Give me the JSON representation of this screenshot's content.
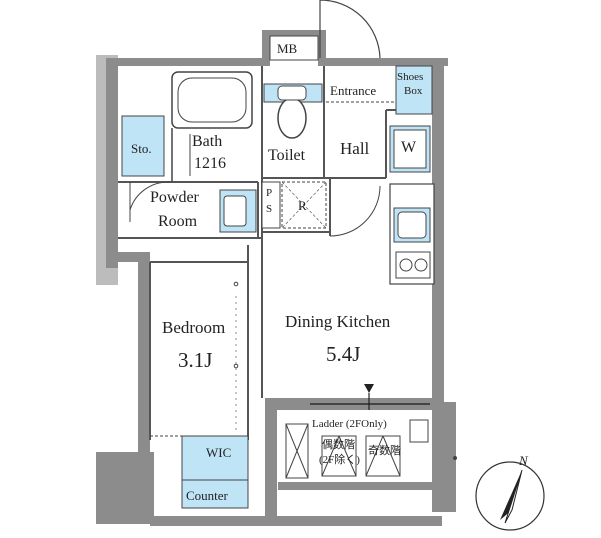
{
  "rooms": {
    "mb": "MB",
    "entrance": "Entrance",
    "shoes_box_line1": "Shoes",
    "shoes_box_line2": "Box",
    "sto": "Sto.",
    "bath": "Bath",
    "bath_size": "1216",
    "toilet": "Toilet",
    "hall": "Hall",
    "washer": "W",
    "ps_p": "P",
    "ps_s": "S",
    "refrigerator": "R",
    "powder_room_line1": "Powder",
    "powder_room_line2": "Room",
    "bedroom": "Bedroom",
    "bedroom_size": "3.1J",
    "dining_kitchen": "Dining Kitchen",
    "dining_kitchen_size": "5.4J",
    "wic": "WIC",
    "counter": "Counter"
  },
  "balcony": {
    "ladder": "Ladder (2FOnly)",
    "even_floor_line1": "偶数階",
    "even_floor_line2": "(2F除く)",
    "odd_floor": "奇数階"
  },
  "compass": {
    "north": "N"
  },
  "colors": {
    "wall": "#8c8c8c",
    "fixture_blue": "#bfe4f6",
    "line": "#444444"
  }
}
